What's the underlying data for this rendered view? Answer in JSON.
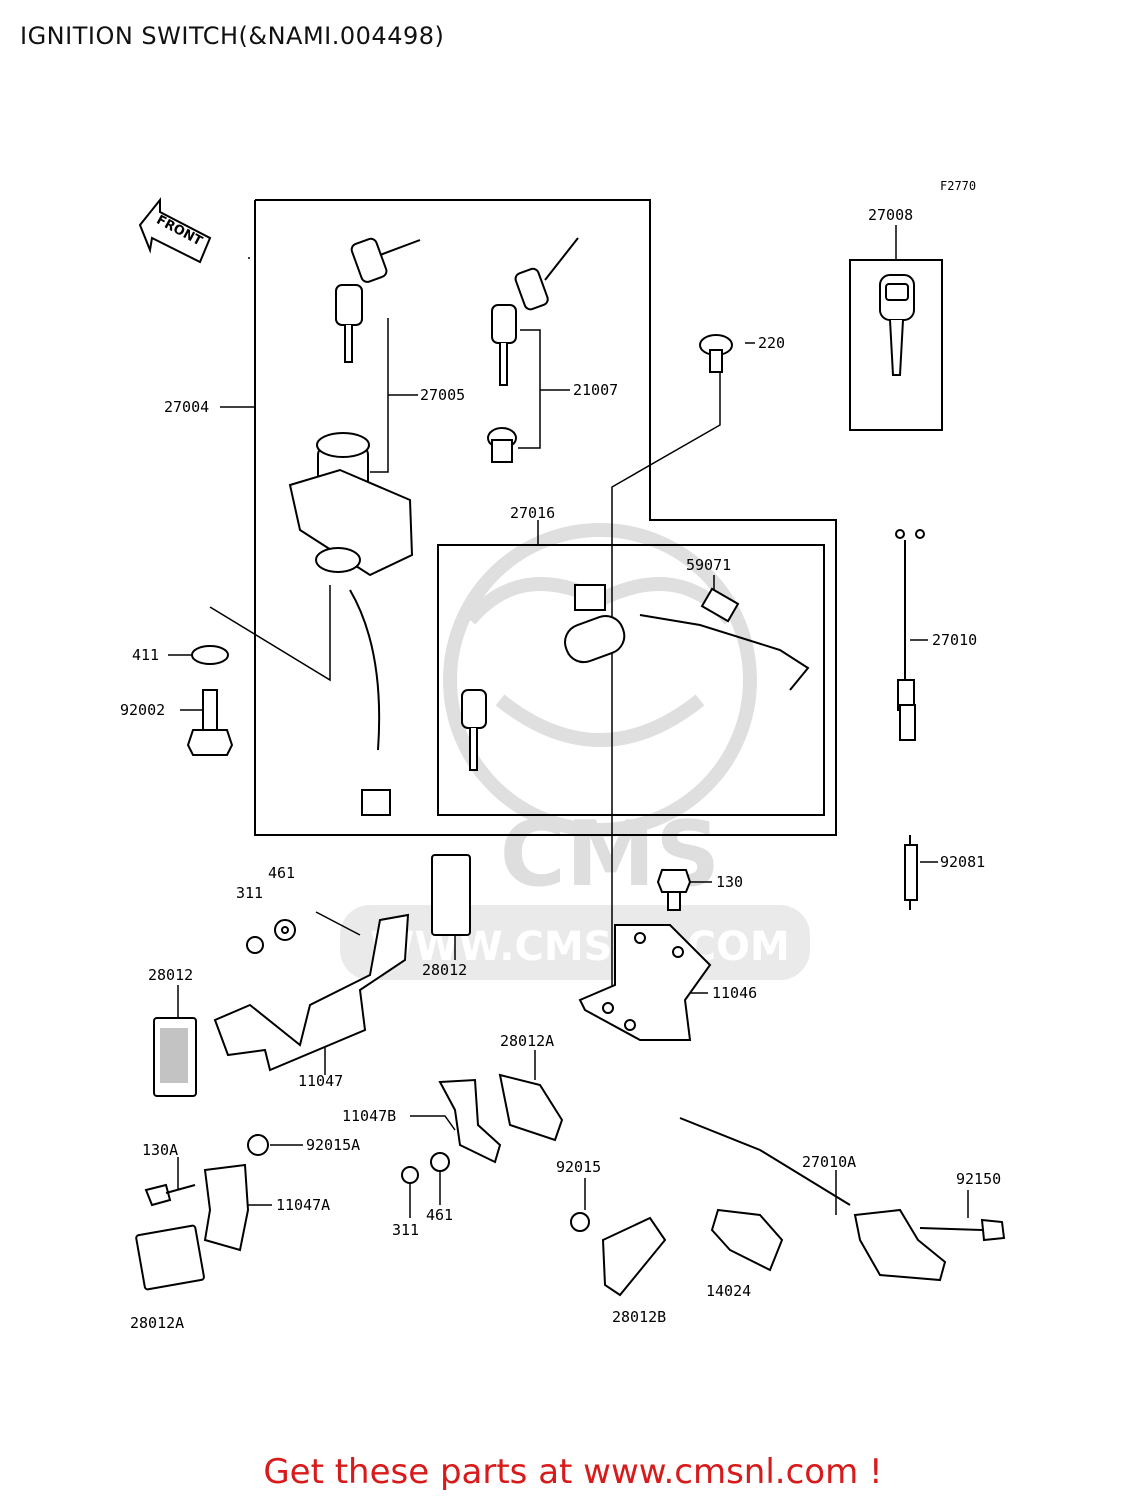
{
  "title": "IGNITION SWITCH(&NAMI.004498)",
  "figure_code": "F2770",
  "front_label": "FRONT",
  "watermark": {
    "brand": "CMS",
    "url": "WWW.CMSNL.COM"
  },
  "parts": {
    "p27008": "27008",
    "p220": "220",
    "p27004": "27004",
    "p27005": "27005",
    "p21007": "21007",
    "p27016": "27016",
    "p59071": "59071",
    "p27010": "27010",
    "p411": "411",
    "p92002": "92002",
    "p92081": "92081",
    "p461a": "461",
    "p311a": "311",
    "p130": "130",
    "p28012a": "28012",
    "p28012b": "28012",
    "p11046": "11046",
    "p11047": "11047",
    "p28012A_top": "28012A",
    "p11047B": "11047B",
    "p130A": "130A",
    "p92015A": "92015A",
    "p11047A": "11047A",
    "p311b": "311",
    "p461b": "461",
    "p92015": "92015",
    "p27010A": "27010A",
    "p92150": "92150",
    "p28012A_bot": "28012A",
    "p28012B": "28012B",
    "p14024": "14024"
  },
  "footer": "Get these parts at www.cmsnl.com !",
  "colors": {
    "footer": "#d81a1a",
    "watermark": "#d8d8d8",
    "line": "#000000"
  }
}
